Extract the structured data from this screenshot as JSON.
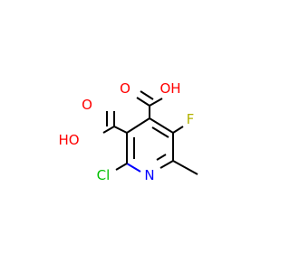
{
  "atoms": {
    "o1": {
      "label": "O",
      "color": "#ff0000"
    },
    "oh1": {
      "label": "OH",
      "color": "#ff0000"
    },
    "o2": {
      "label": "O",
      "color": "#ff0000"
    },
    "ho2": {
      "label": "HO",
      "color": "#ff0000"
    },
    "f": {
      "label": "F",
      "color": "#b3b300"
    },
    "n": {
      "label": "N",
      "color": "#0000ff"
    },
    "cl": {
      "label": "Cl",
      "color": "#00c000"
    }
  }
}
